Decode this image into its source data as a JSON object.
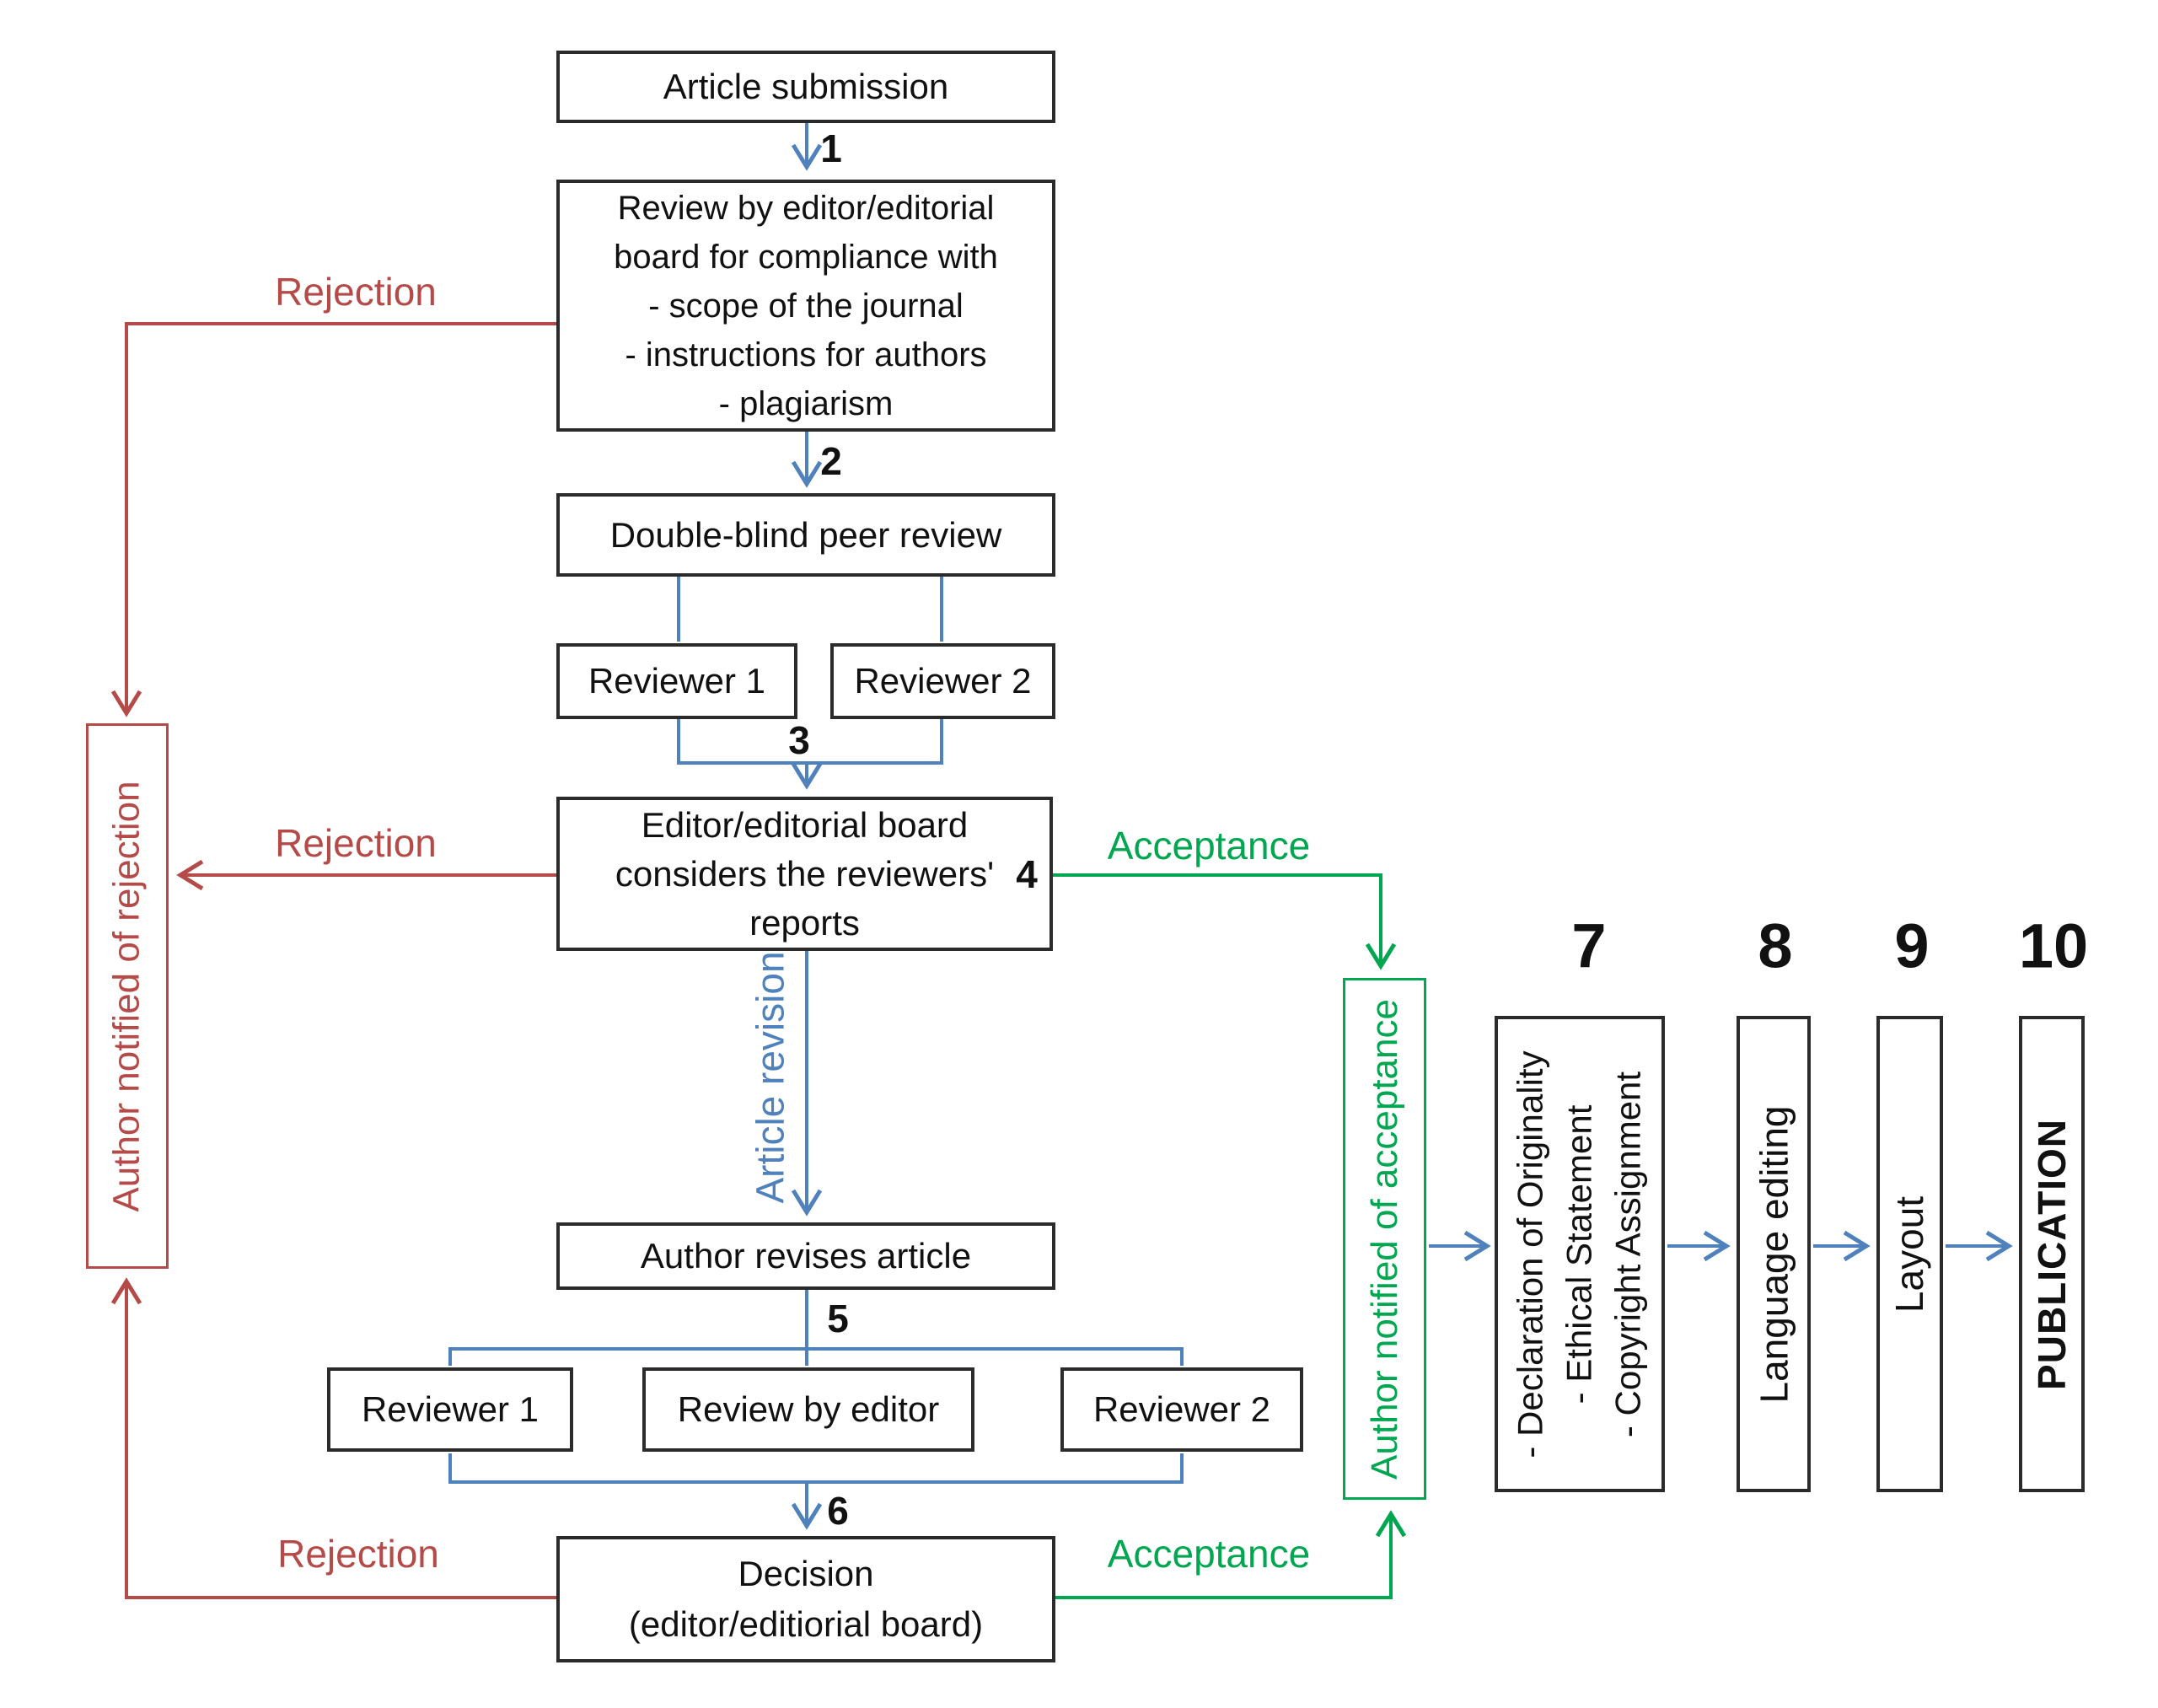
{
  "colors": {
    "flow_blue": "#4f81bd",
    "reject_red": "#b54b48",
    "accept_green": "#00a650",
    "box_border": "#2b2b2b"
  },
  "nodes": {
    "article_submission": {
      "label": "Article submission"
    },
    "compliance_review": {
      "lines": [
        "Review by editor/editorial",
        "board for compliance with",
        "- scope of the journal",
        "- instructions for authors",
        "- plagiarism"
      ]
    },
    "double_blind": {
      "label": "Double-blind peer review"
    },
    "reviewer1_first": {
      "label": "Reviewer 1"
    },
    "reviewer2_first": {
      "label": "Reviewer 2"
    },
    "editor_considers": {
      "lines": [
        "Editor/editorial board",
        "considers the reviewers'",
        "reports"
      ]
    },
    "author_revises": {
      "label": "Author revises article"
    },
    "reviewer1_second": {
      "label": "Reviewer 1"
    },
    "review_by_editor": {
      "label": "Review by editor"
    },
    "reviewer2_second": {
      "label": "Reviewer 2"
    },
    "decision": {
      "lines": [
        "Decision",
        "(editor/editiorial board)"
      ]
    },
    "author_notified_rejection": {
      "label": "Author notified of rejection"
    },
    "author_notified_acceptance": {
      "label": "Author notified of acceptance"
    },
    "formalities": {
      "lines": [
        "- Declaration of Originality",
        "- Ethical Statement",
        "- Copyright Assignment"
      ]
    },
    "language_editing": {
      "label": "Language editing"
    },
    "layout": {
      "label": "Layout"
    },
    "publication": {
      "label": "PUBLICATION"
    }
  },
  "edge_labels": {
    "rejection_top": "Rejection",
    "rejection_mid": "Rejection",
    "rejection_bottom": "Rejection",
    "acceptance_top": "Acceptance",
    "acceptance_bottom": "Acceptance",
    "article_revision": "Article revision"
  },
  "step_numbers": {
    "s1": "1",
    "s2": "2",
    "s3": "3",
    "s4": "4",
    "s5": "5",
    "s6": "6",
    "s7": "7",
    "s8": "8",
    "s9": "9",
    "s10": "10"
  }
}
